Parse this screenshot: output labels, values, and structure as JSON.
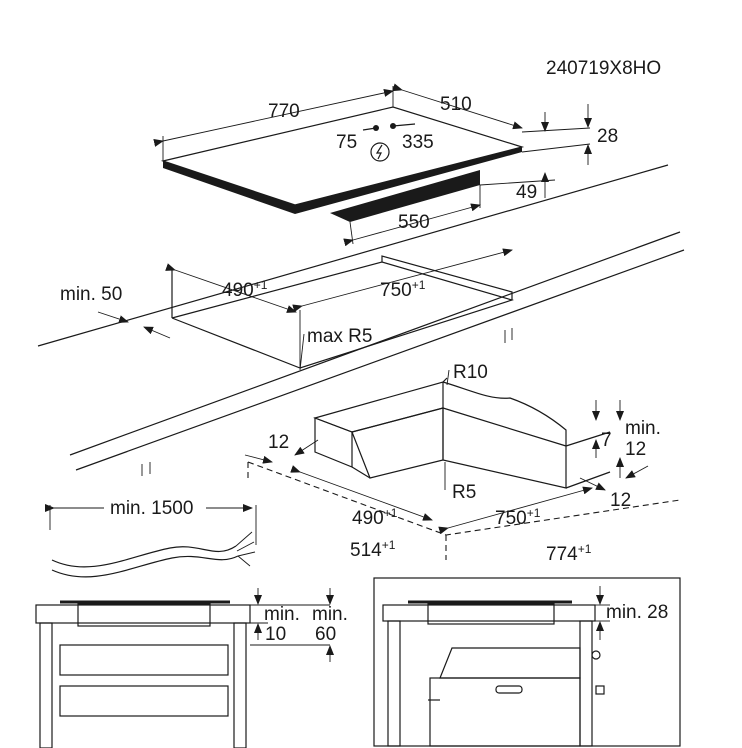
{
  "diagram": {
    "model_code": "240719X8HO",
    "hob": {
      "width": "770",
      "depth": "510",
      "conn_75": "75",
      "conn_335": "335",
      "thickness": "28",
      "box_height": "49",
      "box_width": "550",
      "power_icon": "power-connection-icon"
    },
    "cutout": {
      "min_edge": "min. 50",
      "depth": "490",
      "depth_tol": "+1",
      "width": "750",
      "width_tol": "+1",
      "radius": "max R5"
    },
    "frame": {
      "r10": "R10",
      "r5": "R5",
      "edge_left": "12",
      "edge_right": "12",
      "height": "7",
      "min_label": "min.",
      "min_value": "12",
      "inner_depth": "490",
      "inner_depth_tol": "+1",
      "inner_width": "750",
      "inner_width_tol": "+1",
      "outer_depth": "514",
      "outer_depth_tol": "+1",
      "outer_width": "774",
      "outer_width_tol": "+1"
    },
    "cable": {
      "length": "min. 1500"
    },
    "install_left": {
      "min_a": "min.",
      "val_a": "10",
      "min_b": "min.",
      "val_b": "60"
    },
    "install_right": {
      "gap": "min. 28"
    }
  }
}
